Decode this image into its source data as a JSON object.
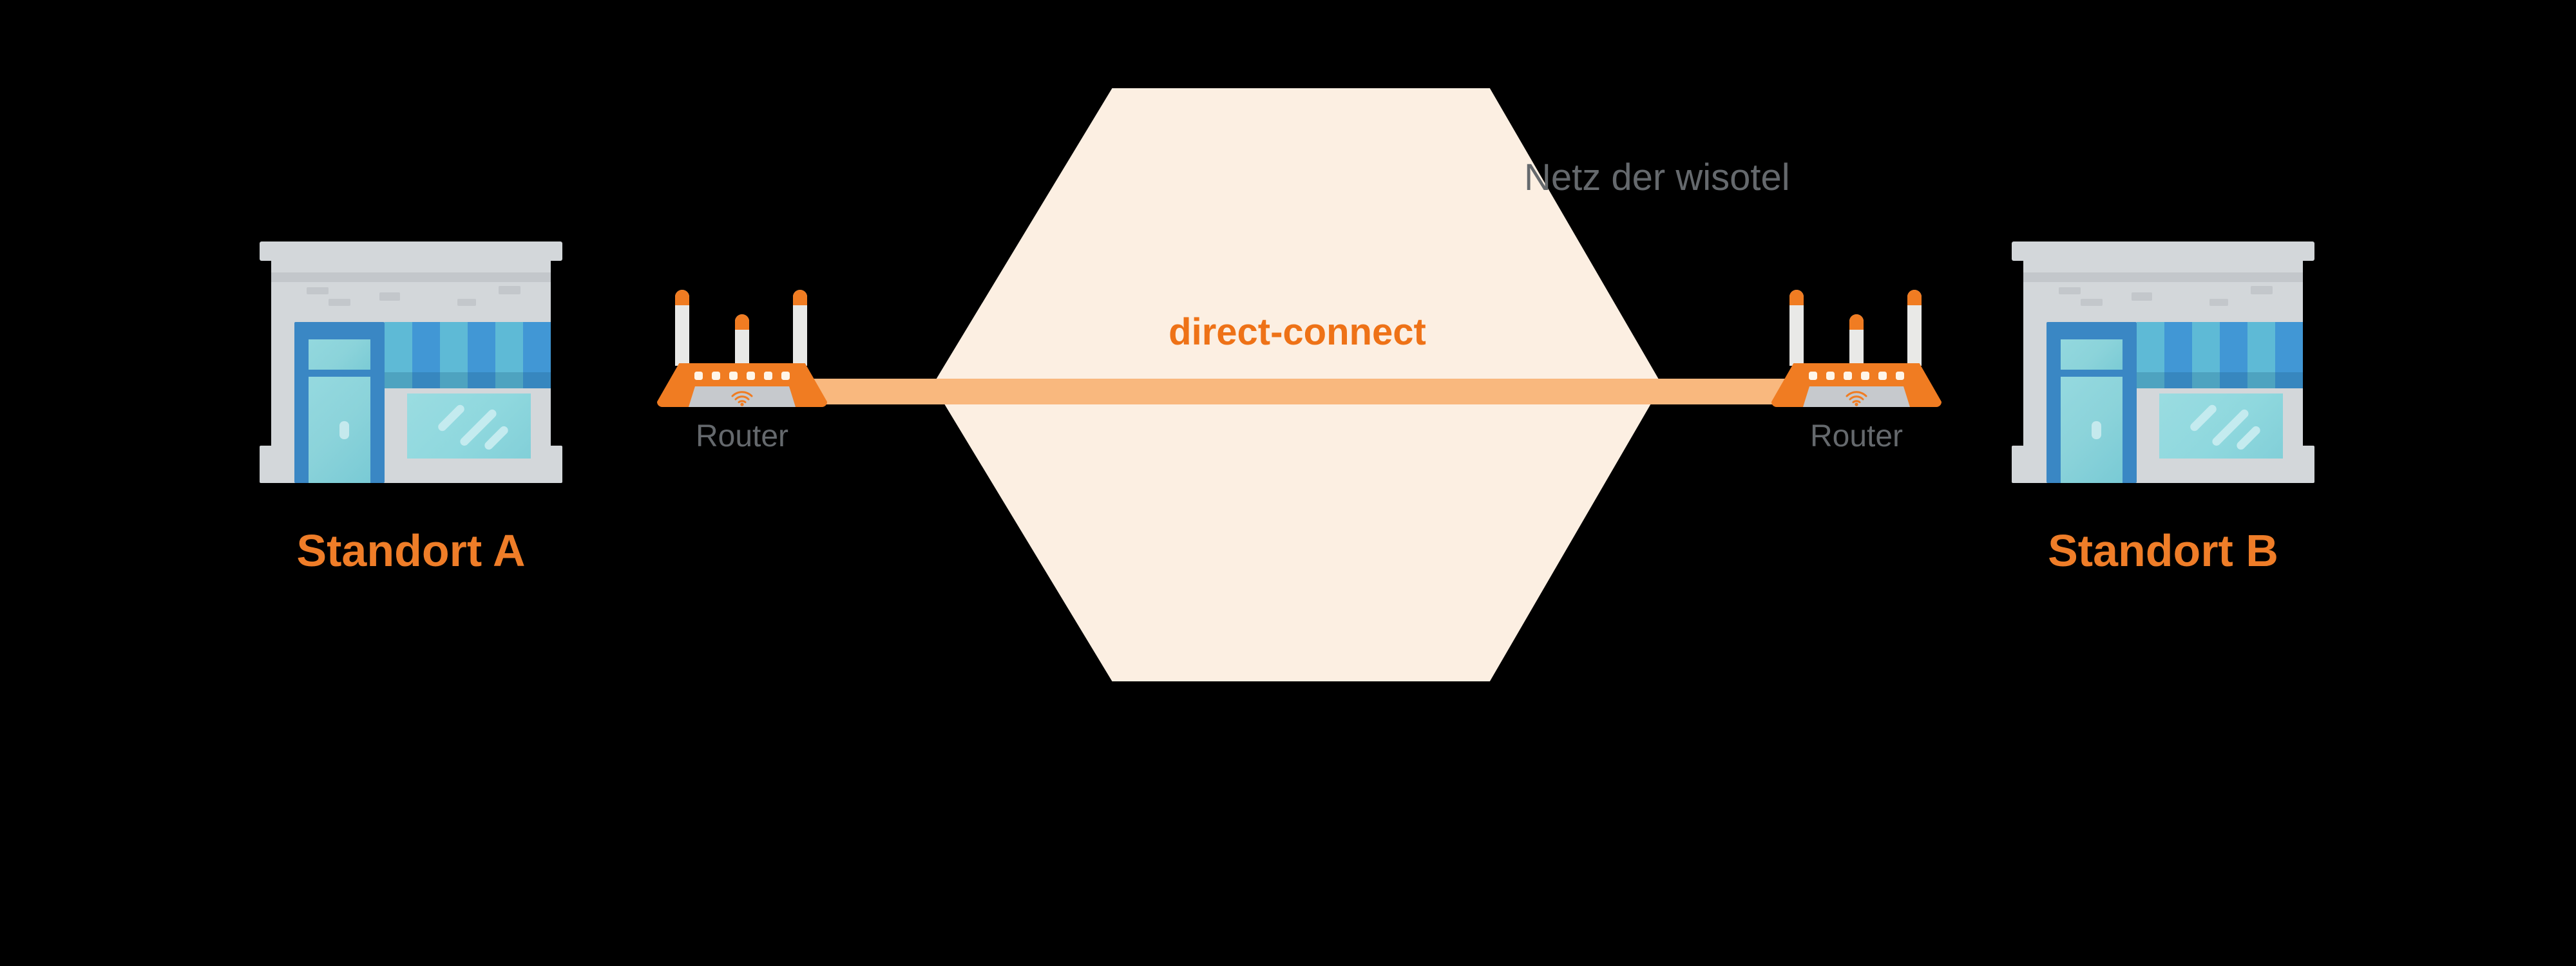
{
  "diagram": {
    "site_a": {
      "label": "Standort A"
    },
    "site_b": {
      "label": "Standort B"
    },
    "router_a": {
      "label": "Router"
    },
    "router_b": {
      "label": "Router"
    },
    "connection": {
      "label": "direct-connect"
    },
    "network": {
      "label": "Netz der wisotel"
    }
  },
  "colors": {
    "background": "#000000",
    "hexagon_fill": "#FCEFE2",
    "connection_line": "#F9B87E",
    "brand_orange": "#EE7217",
    "label_orange": "#EF7D28",
    "router_orange": "#F07C22",
    "antenna_gray": "#E9E9E7",
    "panel_gray": "#C6C9CD",
    "text_gray": "#65696D",
    "building_gray": "#D3D7DA",
    "building_gray_dark": "#C3C7CB",
    "door_blue": "#3A87C4",
    "awning_blue": "#4197D5",
    "awning_cyan": "#5EBAD6",
    "glass_teal": "#8BD3DA",
    "glass_light": "#C5E9ED",
    "led_white": "#FFF6EA"
  }
}
